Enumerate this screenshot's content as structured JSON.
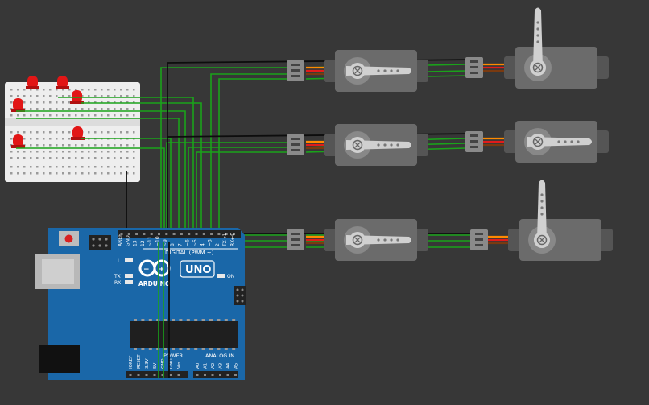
{
  "canvas": {
    "background": "#373737"
  },
  "colors": {
    "wire_green": "#1aa31a",
    "wire_black": "#0d0d0d",
    "wire_orange": "#ff8a00",
    "wire_red": "#e21b1b",
    "wire_brown": "#7a3a10",
    "arduino_blue": "#1a67a8",
    "arduino_text": "#ffffff",
    "led_red": "#e21616",
    "breadboard": "#eeeeee",
    "servo_body": "#6b6b6b",
    "servo_horn": "#d0d0d0"
  },
  "arduino": {
    "model_label": "UNO",
    "logo_label": "ARDUINO",
    "digital_label": "DIGITAL (PWM ~)",
    "power_label": "POWER",
    "analog_label": "ANALOG IN",
    "on_label": "ON",
    "l_label": "L",
    "tx_label": "TX",
    "rx_label": "RX",
    "top_pins": [
      "AREF",
      "GND",
      "13",
      "12",
      "~11",
      "~10",
      "~9",
      "8",
      "7",
      "~6",
      "~5",
      "4",
      "~3",
      "2",
      "TX→1",
      "RX←0"
    ],
    "power_pins": [
      "IOREF",
      "RESET",
      "3.3V",
      "5V",
      "GND",
      "GND",
      "Vin"
    ],
    "analog_pins": [
      "A0",
      "A1",
      "A2",
      "A3",
      "A4",
      "A5"
    ]
  },
  "components": {
    "breadboard": {
      "leds": 6
    },
    "servo_rows": [
      {
        "left_horn": "horizontal",
        "right_horn": "vertical-up"
      },
      {
        "left_horn": "horizontal",
        "right_horn": "horizontal"
      },
      {
        "left_horn": "horizontal",
        "right_horn": "vertical-up"
      }
    ]
  }
}
